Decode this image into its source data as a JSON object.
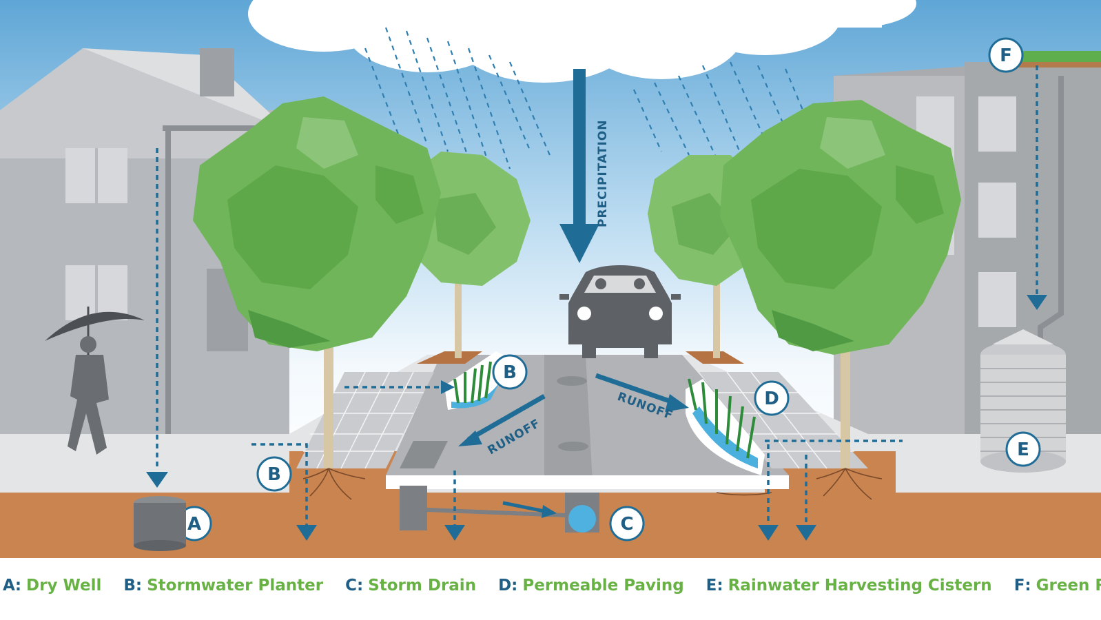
{
  "diagram": {
    "precipitation_label": "PRECIPITATION",
    "runoff_left_label": "RUNOFF",
    "runoff_right_label": "RUNOFF",
    "markers": {
      "dry_well": "A",
      "stormwater_planter_street": "B",
      "stormwater_planter_ground": "B",
      "storm_drain": "C",
      "permeable_paving": "D",
      "rainwater_cistern": "E",
      "green_roof": "F"
    }
  },
  "legend": {
    "items": [
      {
        "key": "A",
        "label": "Dry Well"
      },
      {
        "key": "B",
        "label": "Stormwater Planter"
      },
      {
        "key": "C",
        "label": "Storm Drain"
      },
      {
        "key": "D",
        "label": "Permeable Paving"
      },
      {
        "key": "E",
        "label": "Rainwater Harvesting Cistern"
      },
      {
        "key": "F",
        "label": "Green Roof"
      }
    ]
  },
  "colors": {
    "sky_top": "#6fb3e0",
    "sky_bottom": "#f4f9fd",
    "building": "#b3b6ba",
    "building_dark": "#7b7e82",
    "window": "#d7d9dc",
    "tree_light": "#70b55a",
    "tree_dark": "#4f9a43",
    "tree_shadow": "#8cc57a",
    "soil": "#c9844f",
    "soil_dark": "#b57343",
    "street": "#a9abae",
    "sidewalk": "#d8d9db",
    "water_arrow": "#1f6d97",
    "badge_border": "#1f6d97",
    "legend_key": "#1f5f86",
    "legend_label": "#68b245"
  }
}
